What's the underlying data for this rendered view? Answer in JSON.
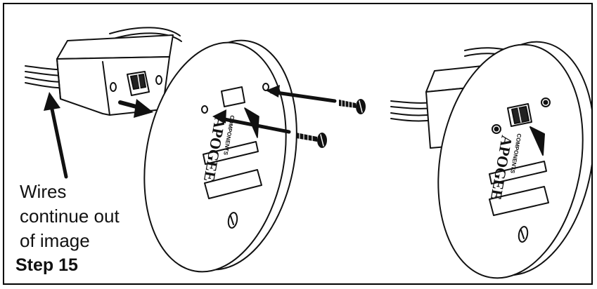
{
  "caption": {
    "line1": "Wires",
    "line2": "continue out",
    "line3": "of image"
  },
  "step_label": "Step 15",
  "brand_logo": {
    "name": "APOGEE",
    "subtext": "COMPONENTS"
  },
  "colors": {
    "stroke": "#111111",
    "background": "#ffffff"
  }
}
